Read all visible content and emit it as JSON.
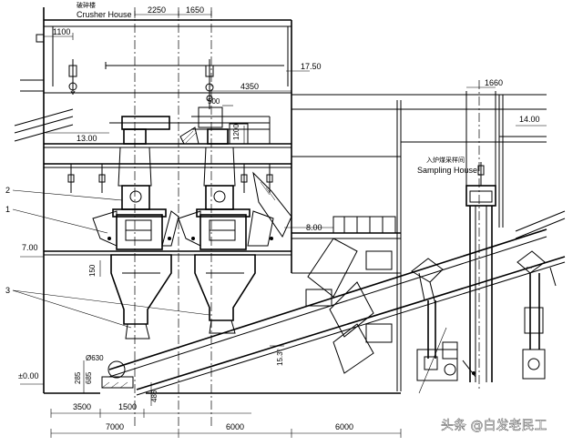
{
  "buildings": {
    "crusher_house_cn": "破碎楼",
    "crusher_house_en": "Crusher House",
    "sampling_house_cn": "入炉煤采样间",
    "sampling_house_en": "Sampling House"
  },
  "dimensions": {
    "top_left": "2250",
    "top_right": "1650",
    "left_width": "1100",
    "bay": "4350",
    "sampling_width": "1660",
    "small_a": "500",
    "small_b": "1200",
    "small_c": "150",
    "angle_a": "15.3°",
    "pipe": "Ø630",
    "h_a": "285",
    "h_b": "685",
    "h_c": "486",
    "bottom_a": "3500",
    "bottom_b": "1500",
    "span_1": "7000",
    "span_2": "6000",
    "span_3": "6000"
  },
  "elevations": {
    "roof": "17.50",
    "right_roof": "14.00",
    "floor_upper": "13.00",
    "floor_mid": "8.00",
    "floor_low": "7.00",
    "ground": "±0.00"
  },
  "callouts": {
    "c1": "1",
    "c2": "2",
    "c3": "3"
  },
  "watermark": "头条 @白发老民工"
}
